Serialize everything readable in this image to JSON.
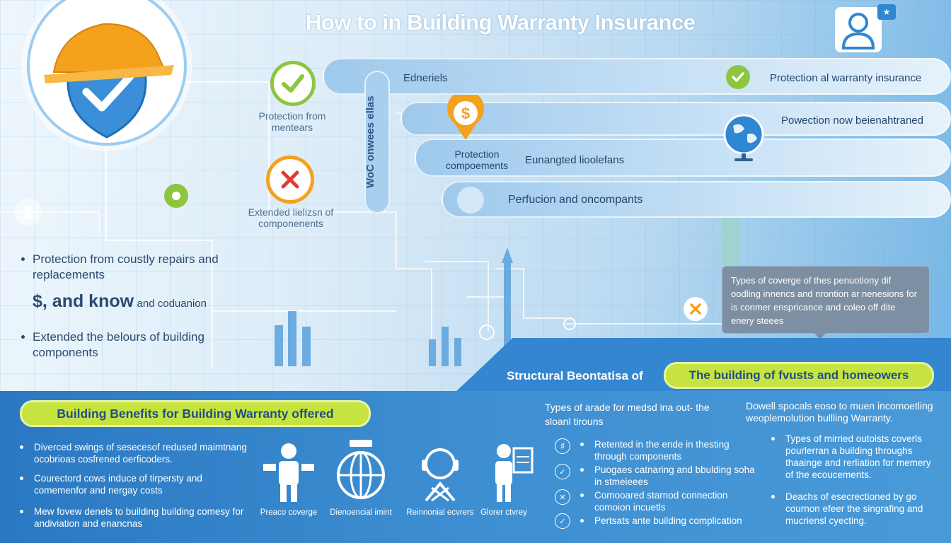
{
  "title": "How to in Building Warranty Insurance",
  "pills": {
    "row1_left": "Edneriels",
    "row1_right": "Protection al warranty insurance",
    "row2_right": "Powection now beienahtraned",
    "row3_left": "Protection compoements",
    "row3_right": "Eunangted lioolefans",
    "row4": "Perfucion and oncompants"
  },
  "vertical_bar": "WoC onwees ellas",
  "left_labels": {
    "check_label": "Protection from mentears",
    "cross_label": "Extended lielizsn of componenents"
  },
  "left_bullets": [
    "Protection from coustly repairs and replacements",
    "Extended the belours of building components"
  ],
  "left_know": {
    "big": "$, and know",
    "small": "and coduanion"
  },
  "tooltip": "Types of coverge of thes penuotiony dif oodling innencs and nrontion ar nenesions for is conmer enspricance and coleo off dite enery steees",
  "diag_heading": {
    "prefix": "Structural Beontatisa of",
    "tag": "The building of fvusts and homeowers"
  },
  "bottom": {
    "tag": "Building Benefits for Building Warranty offered",
    "bullets": [
      "Diverced swings of sesecesof redused maimtnang ocobrioas cosfrened oerficoders.",
      "Courectord cows induce of tirpersty and comemenfor and nergay costs",
      "Mew fovew denels to building building comesy for andiviation and enancnas"
    ],
    "icons": [
      {
        "icon": "person-icon",
        "label": "Preaco coverge"
      },
      {
        "icon": "globe-icon",
        "label": "Dienoencial imint"
      },
      {
        "icon": "engineer-icon",
        "label": "Reinnonial ecvrers"
      },
      {
        "icon": "inspector-icon",
        "label": "Glorer ctvrey"
      }
    ],
    "middle_heading": "Types of arade for medsd ina out- the sloanl tirouns",
    "middle_items": [
      "Retented in the ende in thesting through components",
      "Puogaes catnaring and bbulding soha in stmeieees",
      "Comooared starnod connection comoion incuetls",
      "Pertsats ante building complication"
    ],
    "right_heading": "Dowell spocals eoso to muen incomoetling weoplemolution bullling Warranty.",
    "right_items": [
      "Types of mirried outoists coverls pourlerran a building throughs thaainge and rerliation for memery of the ecoucements.",
      "Deachs of esecrectioned by go cournon efeer the singrafing and mucriensl cyecting."
    ]
  },
  "colors": {
    "accent_green": "#c7e33f",
    "panel_blue": "#3e8fd2",
    "orange": "#f4a11d",
    "check_green": "#8cc63f",
    "cross_red": "#e23b2e"
  }
}
